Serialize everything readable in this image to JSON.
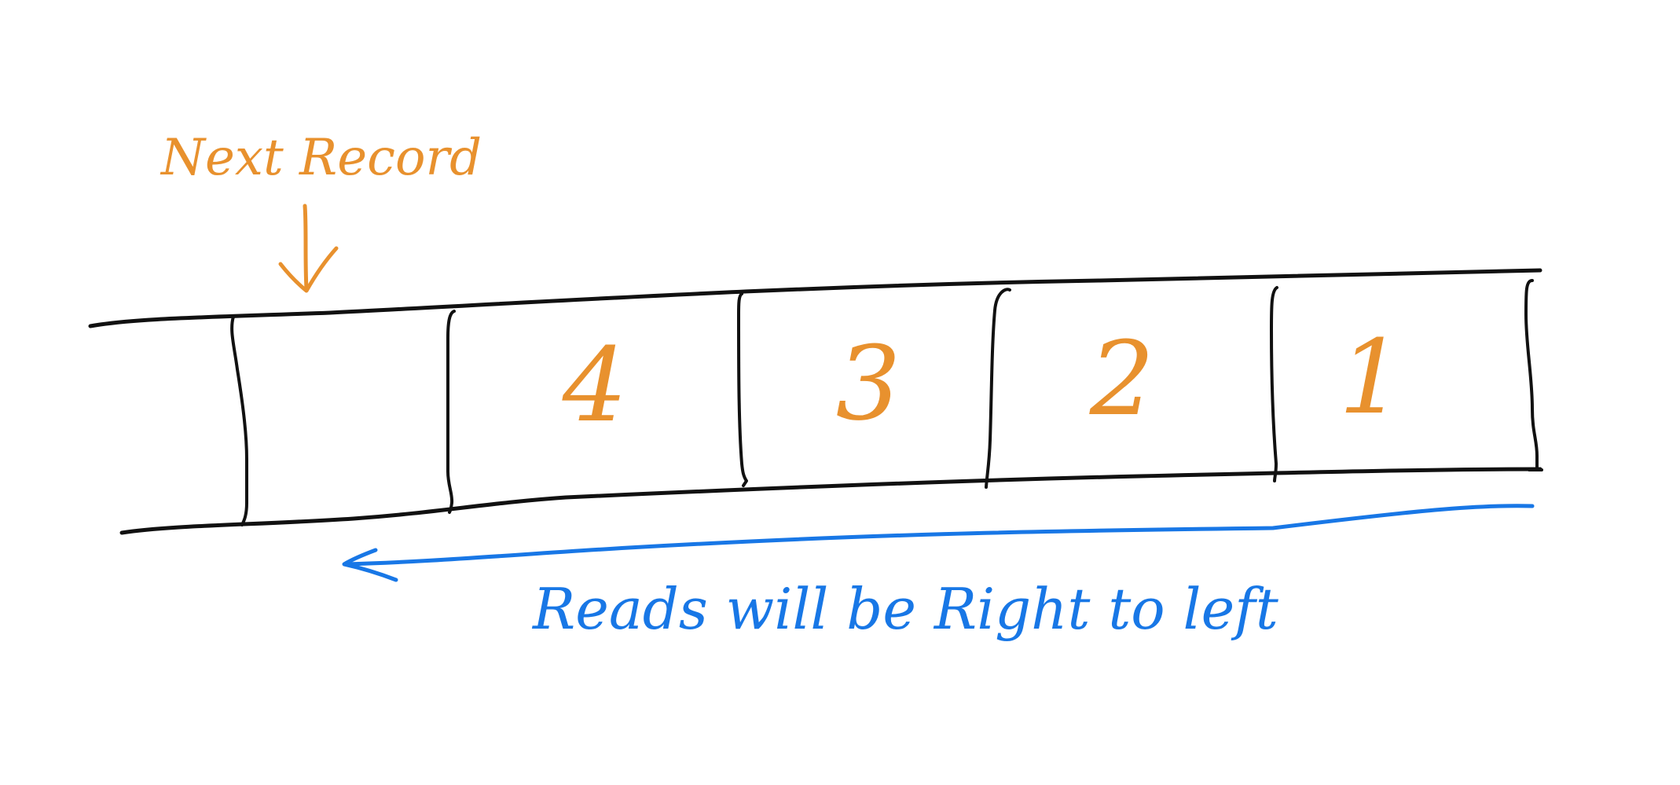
{
  "colors": {
    "ink": "#111111",
    "orange": "#E8912E",
    "blue": "#1877E6",
    "background": "#ffffff"
  },
  "pointer": {
    "label": "Next Record"
  },
  "slots": [
    {
      "label": ""
    },
    {
      "label": "4"
    },
    {
      "label": "3"
    },
    {
      "label": "2"
    },
    {
      "label": "1"
    }
  ],
  "direction": {
    "label": "Reads will be Right to left"
  }
}
